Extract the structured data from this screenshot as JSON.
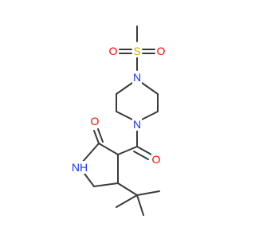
{
  "colors": {
    "background": "#ffffff",
    "bond": "#3a3a3a",
    "nitrogen": "#1e33ff",
    "oxygen": "#ff0000",
    "sulfur": "#c8b400"
  },
  "atoms": {
    "s": "S",
    "o_sulfonyl_left": "O",
    "o_sulfonyl_right": "O",
    "n_piperazine_top": "N",
    "n_piperazine_bottom": "N",
    "o_amide_ketone": "O",
    "o_lactam": "O",
    "nh_lactam": "NH"
  }
}
